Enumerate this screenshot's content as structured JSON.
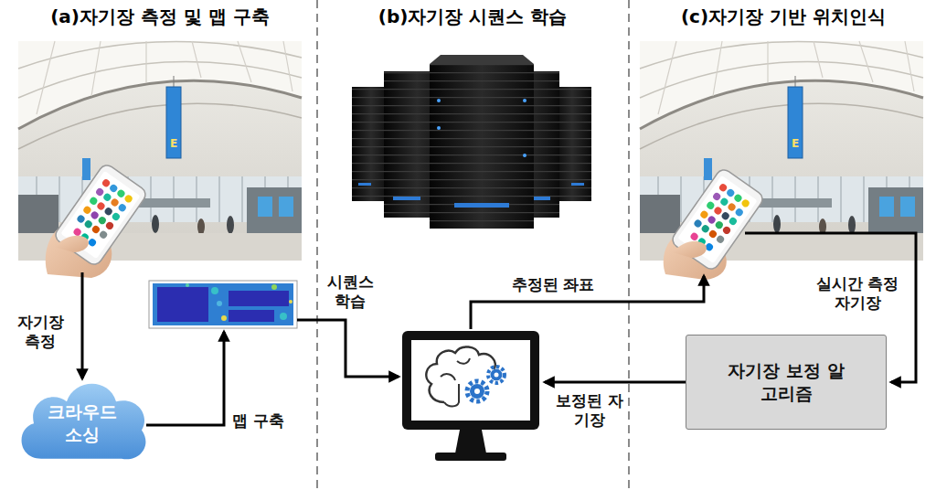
{
  "diagram": {
    "nodes": [
      {
        "text": [
          "크라우드 소싱"
        ]
      },
      {
        "text": [
          "자기장 보정 알고리즘"
        ]
      }
    ],
    "labels": [
      "(a)자기장 측정 및 맵 구축",
      "(b)자기장 시퀀스 학습",
      "(c)자기장 기반 위치인식",
      "자기장 측정",
      "맵 구축",
      "시퀀스 학습",
      "추정된 좌표",
      "실시간 측정 자기장",
      "보정된 자기장",
      "E",
      "E"
    ]
  }
}
